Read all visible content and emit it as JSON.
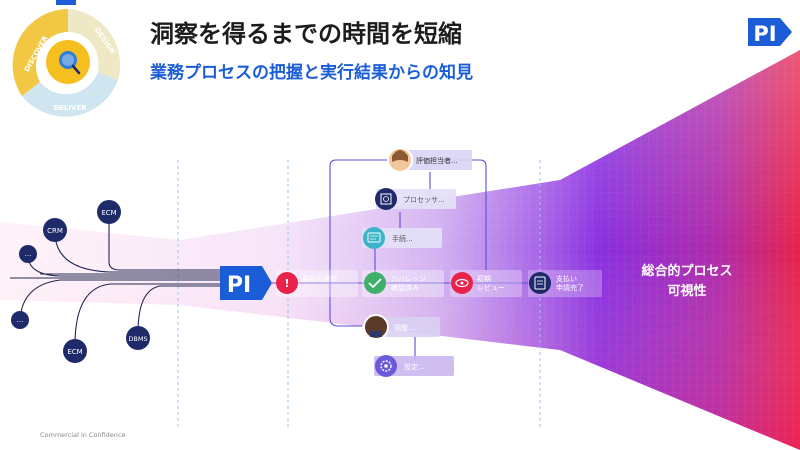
{
  "slide": {
    "title": "洞察を得るまでの時間を短縮",
    "subtitle": "業務プロセスの把握と実行結果からの知見",
    "footer": "Commercial in Confidence",
    "right_label_line1": "総合的プロセス",
    "right_label_line2": "可視性",
    "logo_text": "PI"
  },
  "cycle": {
    "segments": [
      "DISCOVER",
      "DESIGN",
      "DELIVER"
    ]
  },
  "sources": [
    {
      "label": "CRM"
    },
    {
      "label": "ECM"
    },
    {
      "label": "..."
    },
    {
      "label": "..."
    },
    {
      "label": "ECM"
    },
    {
      "label": "DBMS"
    }
  ],
  "process": {
    "main_nodes": [
      {
        "label1": "最初の通知",
        "label2": "",
        "icon": "alert-icon"
      },
      {
        "label1": "カバレッジ",
        "label2": "確認済み",
        "icon": "check-icon"
      },
      {
        "label1": "初期",
        "label2": "レビュー",
        "icon": "eye-icon"
      },
      {
        "label1": "支払い",
        "label2": "申請完了",
        "icon": "checklist-icon"
      }
    ],
    "upper_nodes": [
      {
        "label": "評価担当者...",
        "icon": "person-icon"
      },
      {
        "label": "プロセッサ...",
        "icon": "processor-icon"
      },
      {
        "label": "手続...",
        "icon": "monitor-icon"
      }
    ],
    "lower_nodes": [
      {
        "label": "調整...",
        "icon": "person-icon"
      },
      {
        "label": "設定...",
        "icon": "gear-icon"
      }
    ]
  },
  "colors": {
    "brand_blue": "#1a5dd6",
    "accent_purple": "#7b2ff0",
    "accent_red": "#e8224a",
    "node_green": "#3fb06a",
    "node_dark": "#1f2a6b"
  }
}
